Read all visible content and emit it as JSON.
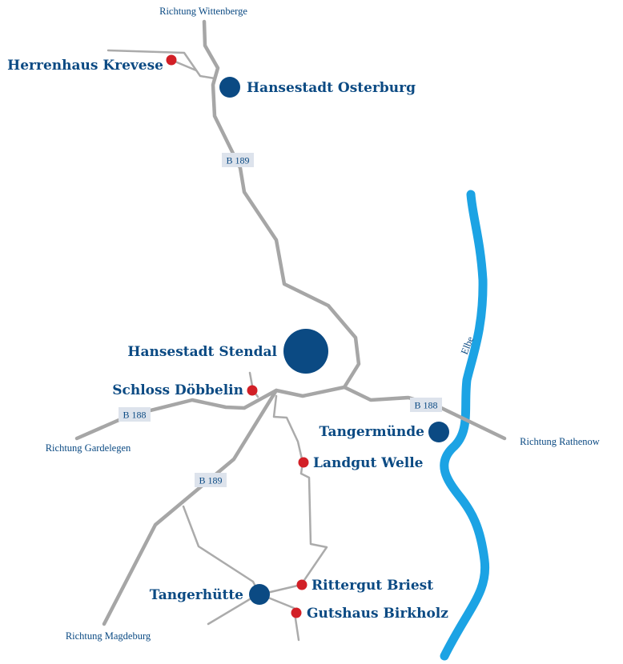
{
  "colors": {
    "road_major": "#a6a6a6",
    "road_minor": "#ababab",
    "river": "#1ca3e4",
    "town": "#0b4a83",
    "poi": "#d21f26",
    "label": "#0b4a83",
    "shield_bg": "#dde3ec"
  },
  "directions": {
    "wittenberge": "Richtung Wittenberge",
    "gardelegen": "Richtung Gardelegen",
    "rathenow": "Richtung Rathenow",
    "magdeburg": "Richtung Magdeburg"
  },
  "roads": {
    "b189": "B 189",
    "b188": "B 188"
  },
  "river": {
    "name": "Elbe"
  },
  "towns": {
    "osterburg": "Hansestadt Osterburg",
    "stendal": "Hansestadt Stendal",
    "tangermuende": "Tangermünde",
    "tangerhuette": "Tangerhütte"
  },
  "places": {
    "krevese": "Herrenhaus Krevese",
    "doebbelin": "Schloss Döbbelin",
    "welle": "Landgut Welle",
    "briest": "Rittergut Briest",
    "birkholz": "Gutshaus Birkholz"
  }
}
